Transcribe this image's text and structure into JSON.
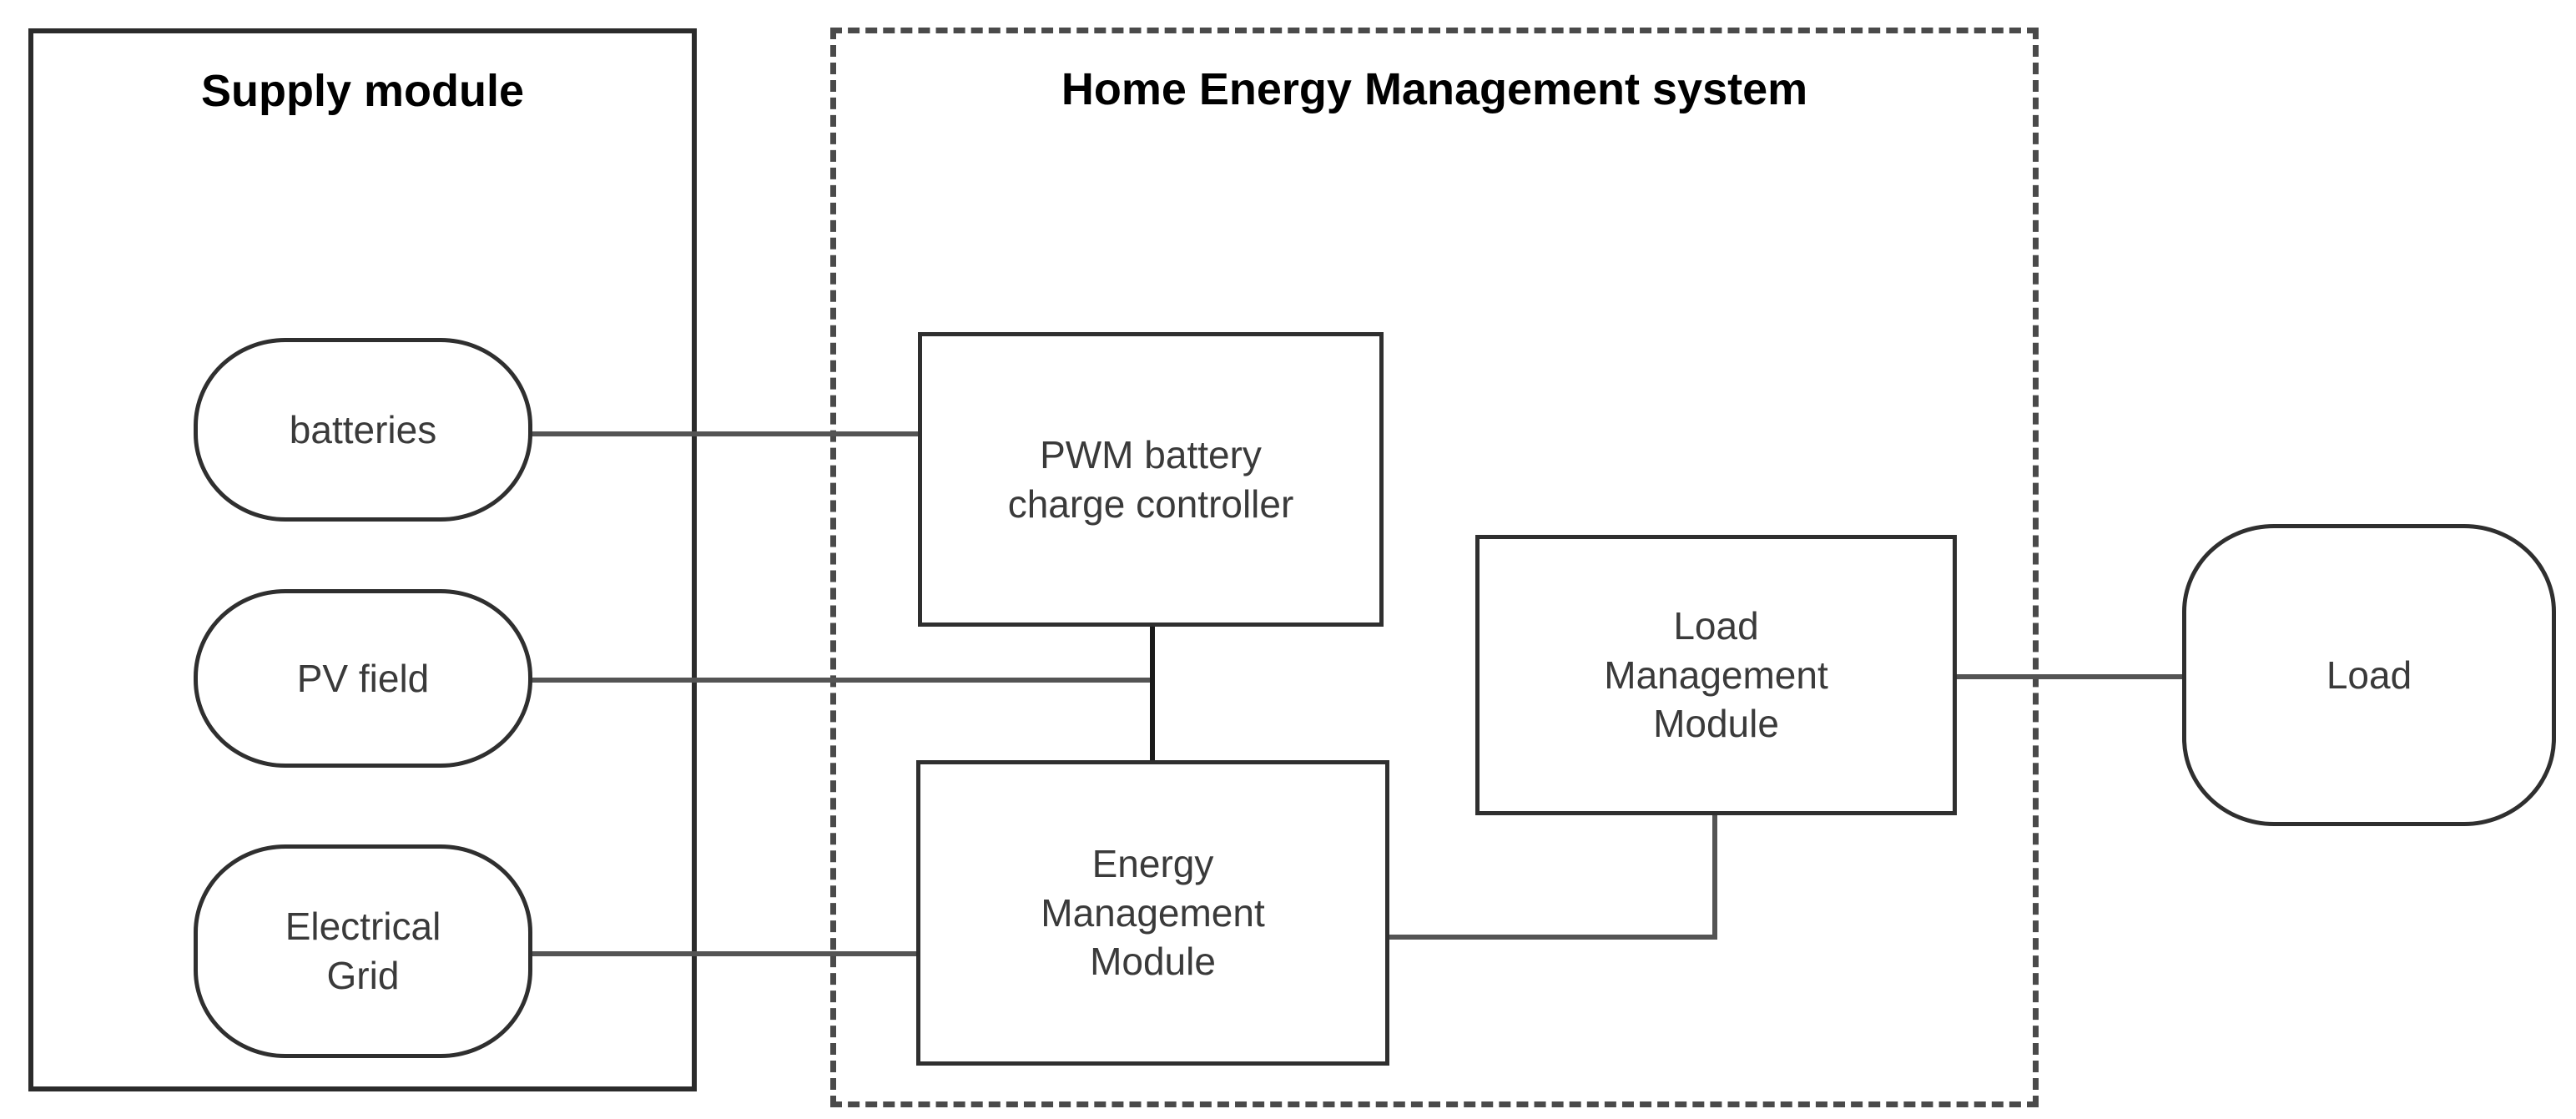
{
  "diagram": {
    "title_supply": "Supply module",
    "title_hems": "Home Energy Management system",
    "nodes": {
      "batteries": "batteries",
      "pv_field": "PV field",
      "electrical_grid": "Electrical\nGrid",
      "pwm_controller": "PWM battery\ncharge controller",
      "energy_mgmt": "Energy\nManagement\nModule",
      "load_mgmt": "Load\nManagement\nModule",
      "load": "Load"
    },
    "colors": {
      "outline": "#2f2f2f",
      "connector": "#545454",
      "text": "#3a3a3a",
      "title": "#000000",
      "background": "#ffffff"
    }
  }
}
